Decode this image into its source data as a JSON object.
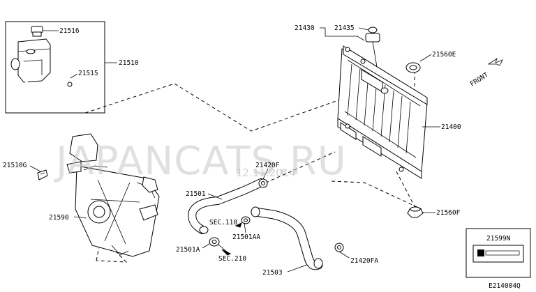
{
  "labels": {
    "l21516": "21516",
    "l21510": "21510",
    "l21515": "21515",
    "l21430": "21430",
    "l21435": "21435",
    "l21560E": "21560E",
    "front": "FRONT",
    "l21400": "21400",
    "l21510G": "21510G",
    "l21420F": "21420F",
    "l21501": "21501",
    "l21590": "21590",
    "sec110": "SEC.110",
    "l21501AA": "21501AA",
    "l21501A": "21501A",
    "sec210": "SEC.210",
    "l21503": "21503",
    "l21420FA": "21420FA",
    "l21560F": "21560F",
    "l21599N": "21599N",
    "diagram_code": "E214004Q"
  },
  "watermark": {
    "text": "JAPANCATS.RU",
    "date": "12.11.2014"
  }
}
